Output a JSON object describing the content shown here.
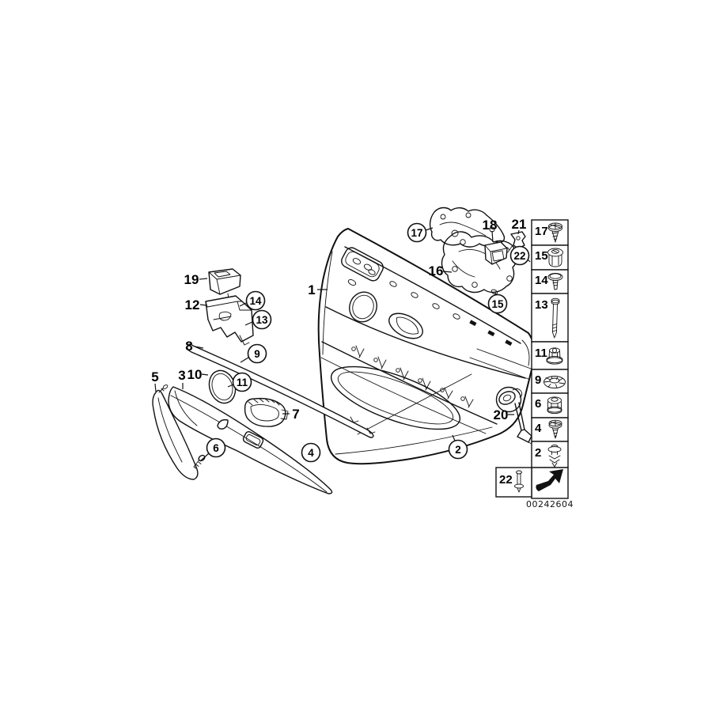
{
  "figure": {
    "image_number": "00242604"
  },
  "callouts": {
    "plain": [
      {
        "label": "1"
      },
      {
        "label": "3"
      },
      {
        "label": "5"
      },
      {
        "label": "7"
      },
      {
        "label": "8"
      },
      {
        "label": "10"
      },
      {
        "label": "12"
      },
      {
        "label": "16"
      },
      {
        "label": "18"
      },
      {
        "label": "19"
      },
      {
        "label": "20"
      },
      {
        "label": "21"
      }
    ],
    "circled": [
      {
        "label": "2"
      },
      {
        "label": "4"
      },
      {
        "label": "6"
      },
      {
        "label": "9"
      },
      {
        "label": "11"
      },
      {
        "label": "13"
      },
      {
        "label": "14"
      },
      {
        "label": "15"
      },
      {
        "label": "17"
      },
      {
        "label": "22"
      }
    ]
  },
  "legend": {
    "rows": [
      {
        "label": "17",
        "icon": "flange-head-screw"
      },
      {
        "label": "15",
        "icon": "expansion-grommet"
      },
      {
        "label": "14",
        "icon": "washer-head-screw"
      },
      {
        "label": "13",
        "icon": "long-screw"
      },
      {
        "label": "11",
        "icon": "flange-nut"
      },
      {
        "label": "9",
        "icon": "spring-tooth-washer"
      },
      {
        "label": "6",
        "icon": "self-locking-nut"
      },
      {
        "label": "4",
        "icon": "flange-head-screw"
      },
      {
        "label": "2",
        "icon": "expansion-rivet"
      }
    ],
    "side_cell": {
      "label": "22",
      "icon": "blind-rivet-pin"
    },
    "arrow_cell_icon": "direction-arrow"
  }
}
